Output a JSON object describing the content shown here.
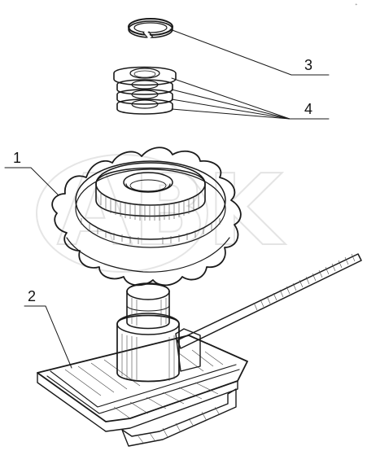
{
  "diagram": {
    "callouts": [
      {
        "id": "1",
        "label": "1"
      },
      {
        "id": "2",
        "label": "2"
      },
      {
        "id": "3",
        "label": "3"
      },
      {
        "id": "4",
        "label": "4"
      }
    ],
    "watermark_text": "ABK",
    "corner_mark": "ᐩ",
    "colors": {
      "ink": "#1a1a1a",
      "background": "#ffffff",
      "watermark": "#cfcfcf"
    }
  }
}
